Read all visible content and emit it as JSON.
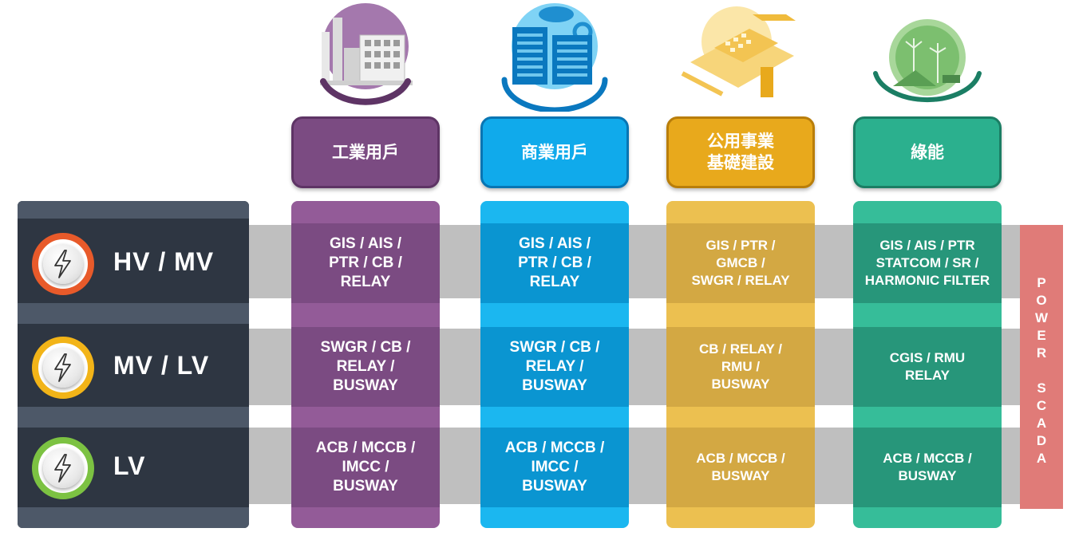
{
  "levels": [
    {
      "label": "HV / MV",
      "ring_color": "#e85a2a"
    },
    {
      "label": "MV / LV",
      "ring_color": "#f2b418"
    },
    {
      "label": "LV",
      "ring_color": "#7cc242"
    }
  ],
  "columns": [
    {
      "title_lines": [
        "工業用戶"
      ],
      "icon": "factory-icon",
      "colors": {
        "header": "#7b4b82",
        "border": "#5e3465",
        "cell": "#7b4b82",
        "sep": "#935b98"
      },
      "cells": [
        [
          "GIS / AIS /",
          "PTR / CB /",
          "RELAY"
        ],
        [
          "SWGR / CB /",
          "RELAY /",
          "BUSWAY"
        ],
        [
          "ACB / MCCB /",
          "IMCC /",
          "BUSWAY"
        ]
      ]
    },
    {
      "title_lines": [
        "商業用戶"
      ],
      "icon": "commercial-buildings-icon",
      "colors": {
        "header": "#10aaeb",
        "border": "#0875b3",
        "cell": "#0a95d1",
        "sep": "#1bb7f0"
      },
      "cells": [
        [
          "GIS / AIS /",
          "PTR / CB /",
          "RELAY"
        ],
        [
          "SWGR / CB /",
          "RELAY /",
          "BUSWAY"
        ],
        [
          "ACB / MCCB /",
          "IMCC /",
          "BUSWAY"
        ]
      ]
    },
    {
      "title_lines": [
        "公用事業",
        "基礎建設"
      ],
      "icon": "infrastructure-icon",
      "colors": {
        "header": "#e8a91c",
        "border": "#b97e0a",
        "cell": "#d3a843",
        "sep": "#ecc050"
      },
      "cells": [
        [
          "GIS / PTR /",
          "GMCB /",
          "SWGR / RELAY"
        ],
        [
          "CB / RELAY /",
          "RMU /",
          "BUSWAY"
        ],
        [
          "ACB  / MCCB /",
          "BUSWAY"
        ]
      ]
    },
    {
      "title_lines": [
        "綠能"
      ],
      "icon": "green-energy-icon",
      "colors": {
        "header": "#2bb08e",
        "border": "#1b7e64",
        "cell": "#27967a",
        "sep": "#36bd99"
      },
      "cells": [
        [
          "GIS / AIS / PTR",
          "STATCOM / SR /",
          "HARMONIC FILTER"
        ],
        [
          "CGIS / RMU",
          "RELAY"
        ],
        [
          "ACB / MCCB /",
          "BUSWAY"
        ]
      ]
    }
  ],
  "scada_label": [
    "P",
    "O",
    "W",
    "E",
    "R",
    "",
    "S",
    "C",
    "A",
    "D",
    "A"
  ]
}
